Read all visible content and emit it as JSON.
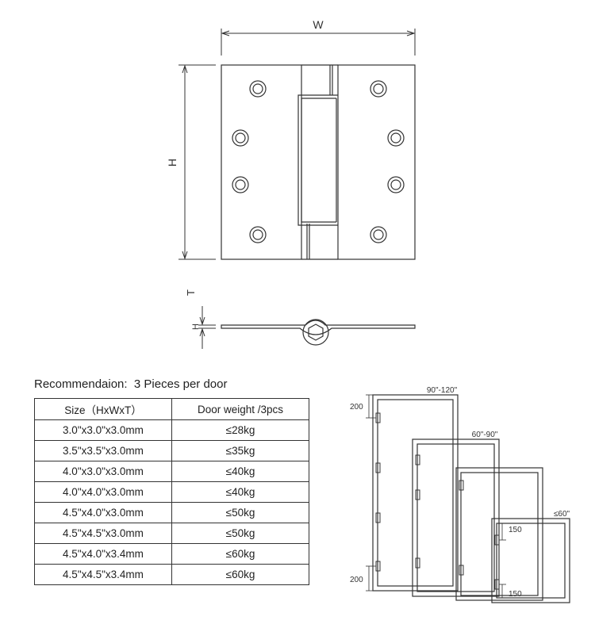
{
  "hinge": {
    "width_label": "W",
    "height_label": "H",
    "thickness_label": "T"
  },
  "recommendation": {
    "label": "Recommendaion:",
    "value": "3 Pieces per door"
  },
  "table": {
    "headers": [
      "Size（HxWxT）",
      "Door weight /3pcs"
    ],
    "rows": [
      [
        "3.0\"x3.0\"x3.0mm",
        "≤28kg"
      ],
      [
        "3.5\"x3.5\"x3.0mm",
        "≤35kg"
      ],
      [
        "4.0\"x3.0\"x3.0mm",
        "≤40kg"
      ],
      [
        "4.0\"x4.0\"x3.0mm",
        "≤40kg"
      ],
      [
        "4.5\"x4.0\"x3.0mm",
        "≤50kg"
      ],
      [
        "4.5\"x4.5\"x3.0mm",
        "≤50kg"
      ],
      [
        "4.5\"x4.0\"x3.4mm",
        "≤60kg"
      ],
      [
        "4.5\"x4.5\"x3.4mm",
        "≤60kg"
      ]
    ]
  },
  "doors": {
    "labels": [
      "90\"-120\"",
      "60\"-90\"",
      "≤60\""
    ],
    "top_offset_label": "200",
    "bottom_offset_label": "200",
    "small_top_offset_label": "150",
    "small_bottom_offset_label": "150"
  }
}
